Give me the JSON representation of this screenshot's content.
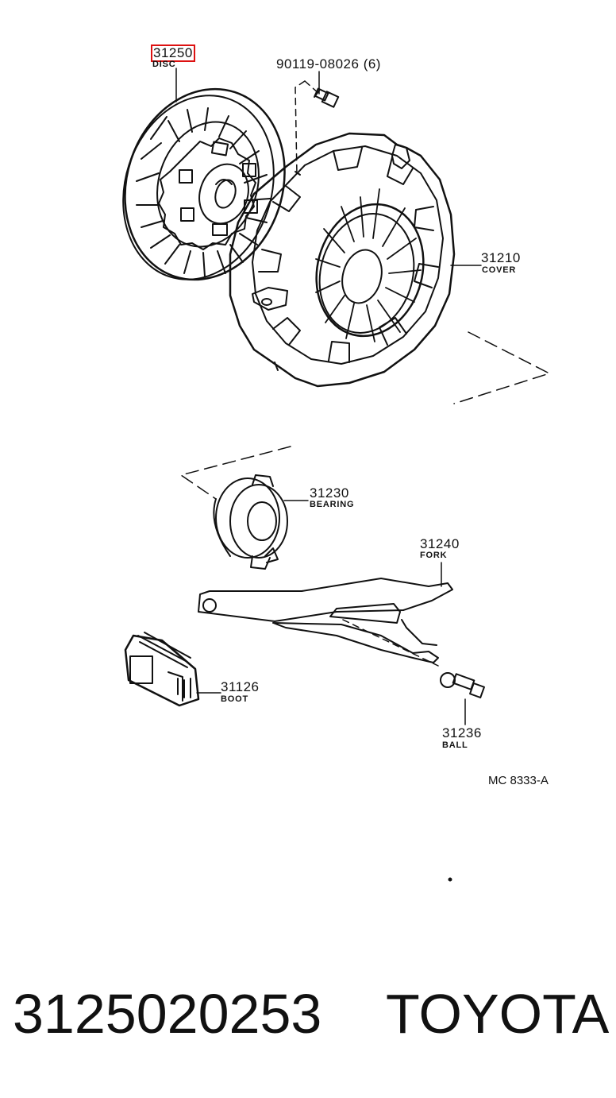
{
  "parts": {
    "disc": {
      "number": "31250",
      "name": "DISC"
    },
    "bolt": {
      "number": "90119-08026",
      "qty": "(6)"
    },
    "cover": {
      "number": "31210",
      "name": "COVER"
    },
    "bearing": {
      "number": "31230",
      "name": "BEARING"
    },
    "fork": {
      "number": "31240",
      "name": "FORK"
    },
    "boot": {
      "number": "31126",
      "name": "BOOT"
    },
    "ball": {
      "number": "31236",
      "name": "BALL"
    }
  },
  "diagram_code": "MC 8333-A",
  "footer": {
    "part_no": "3125020253",
    "brand": "TOYOTA"
  },
  "highlight_color": "#dd1111"
}
